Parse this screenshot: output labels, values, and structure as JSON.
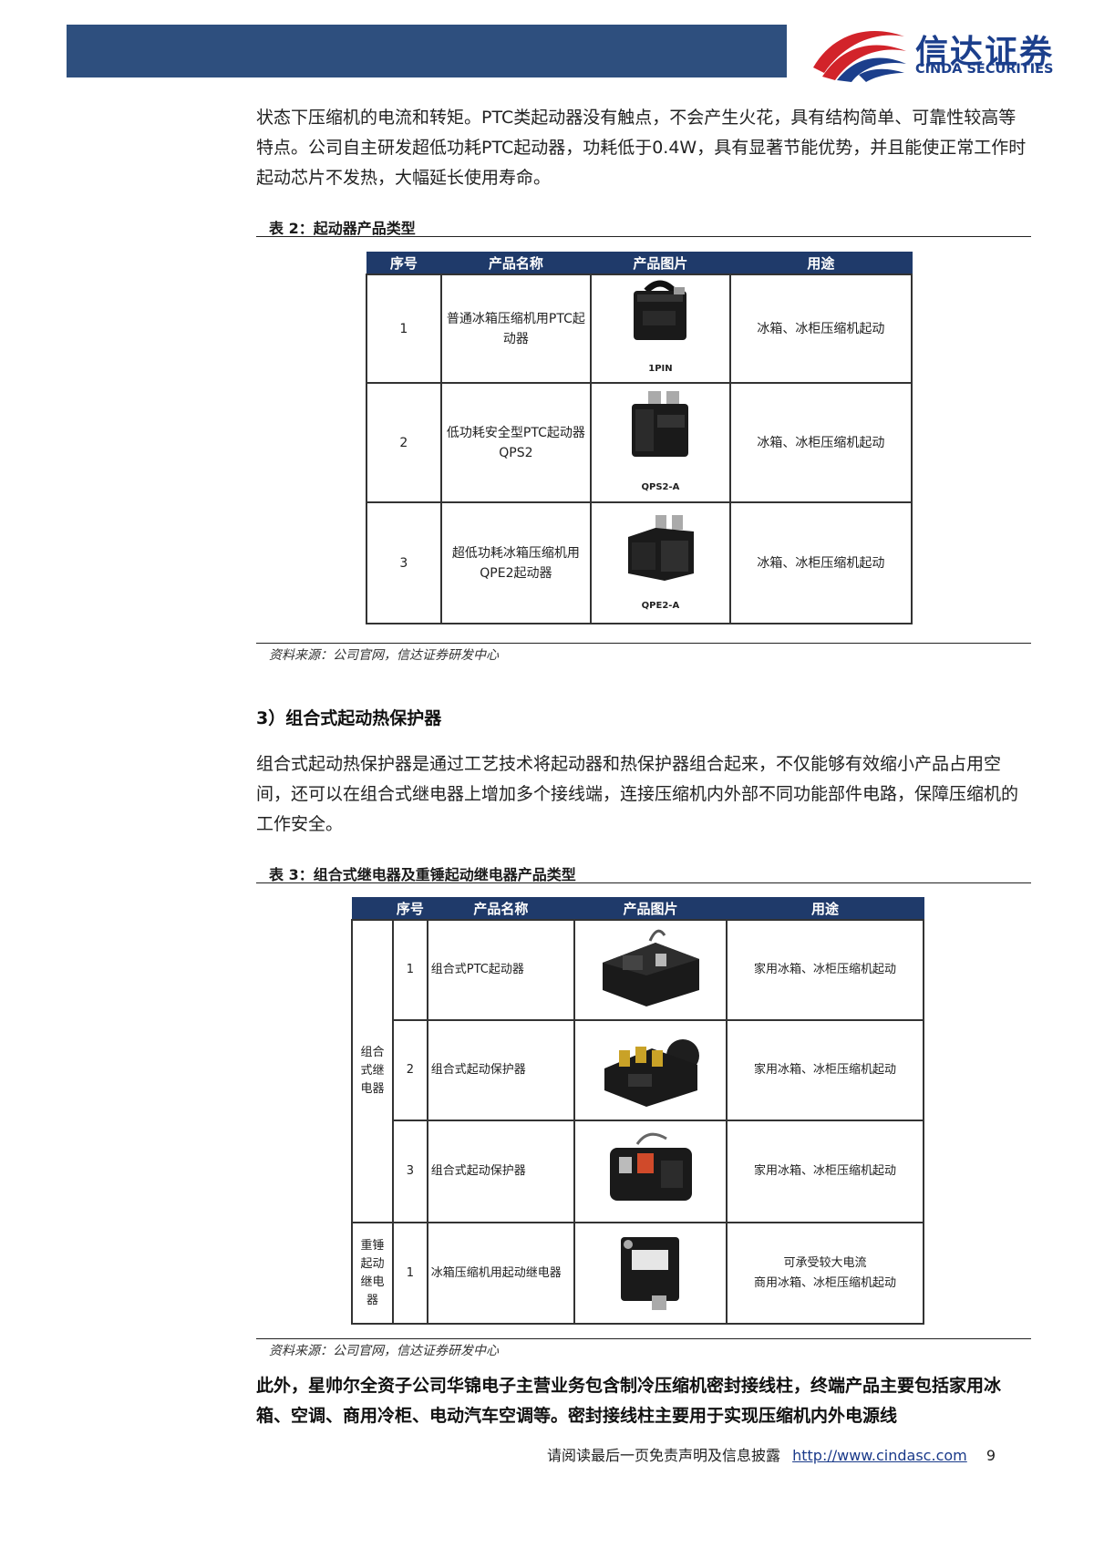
{
  "header": {
    "logo_cn": "信达证券",
    "logo_en": "CINDA SECURITIES",
    "brand_color": "#2e4f7e"
  },
  "intro_paragraph": "状态下压缩机的电流和转矩。PTC类起动器没有触点，不会产生火花，具有结构简单、可靠性较高等特点。公司自主研发超低功耗PTC起动器，功耗低于0.4W，具有显著节能优势，并且能使正常工作时起动芯片不发热，大幅延长使用寿命。",
  "table2": {
    "caption": "表 2：起动器产品类型",
    "headers": [
      "序号",
      "产品名称",
      "产品图片",
      "用途"
    ],
    "rows": [
      {
        "no": "1",
        "name": "普通冰箱压缩机用PTC起动器",
        "image_label": "1PIN",
        "use": "冰箱、冰柜压缩机起动"
      },
      {
        "no": "2",
        "name": "低功耗安全型PTC起动器QPS2",
        "image_label": "QPS2-A",
        "use": "冰箱、冰柜压缩机起动"
      },
      {
        "no": "3",
        "name": "超低功耗冰箱压缩机用QPE2起动器",
        "image_label": "QPE2-A",
        "use": "冰箱、冰柜压缩机起动"
      }
    ],
    "source": "资料来源：公司官网，信达证券研发中心"
  },
  "section3": {
    "heading": "3）组合式起动热保护器",
    "paragraph": "组合式起动热保护器是通过工艺技术将起动器和热保护器组合起来，不仅能够有效缩小产品占用空间，还可以在组合式继电器上增加多个接线端，连接压缩机内外部不同功能部件电路，保障压缩机的工作安全。"
  },
  "table3": {
    "caption": "表 3：组合式继电器及重锤起动继电器产品类型",
    "headers": [
      "",
      "序号",
      "产品名称",
      "产品图片",
      "用途"
    ],
    "group1": "组合式继电器",
    "group2": "重锤起动继电器",
    "rows": [
      {
        "no": "1",
        "name": "组合式PTC起动器",
        "use": "家用冰箱、冰柜压缩机起动"
      },
      {
        "no": "2",
        "name": "组合式起动保护器",
        "use": "家用冰箱、冰柜压缩机起动"
      },
      {
        "no": "3",
        "name": "组合式起动保护器",
        "use": "家用冰箱、冰柜压缩机起动"
      },
      {
        "no": "1",
        "name": "冰箱压缩机用起动继电器",
        "use_line1": "可承受较大电流",
        "use_line2": "商用冰箱、冰柜压缩机起动"
      }
    ],
    "source": "资料来源：公司官网，信达证券研发中心"
  },
  "closing_paragraph": "此外，星帅尔全资子公司华锦电子主营业务包含制冷压缩机密封接线柱，终端产品主要包括家用冰箱、空调、商用冷柜、电动汽车空调等。密封接线柱主要用于实现压缩机内外电源线",
  "footer": {
    "disclaimer": "请阅读最后一页免责声明及信息披露",
    "url": "http://www.cindasc.com",
    "page": "9"
  }
}
